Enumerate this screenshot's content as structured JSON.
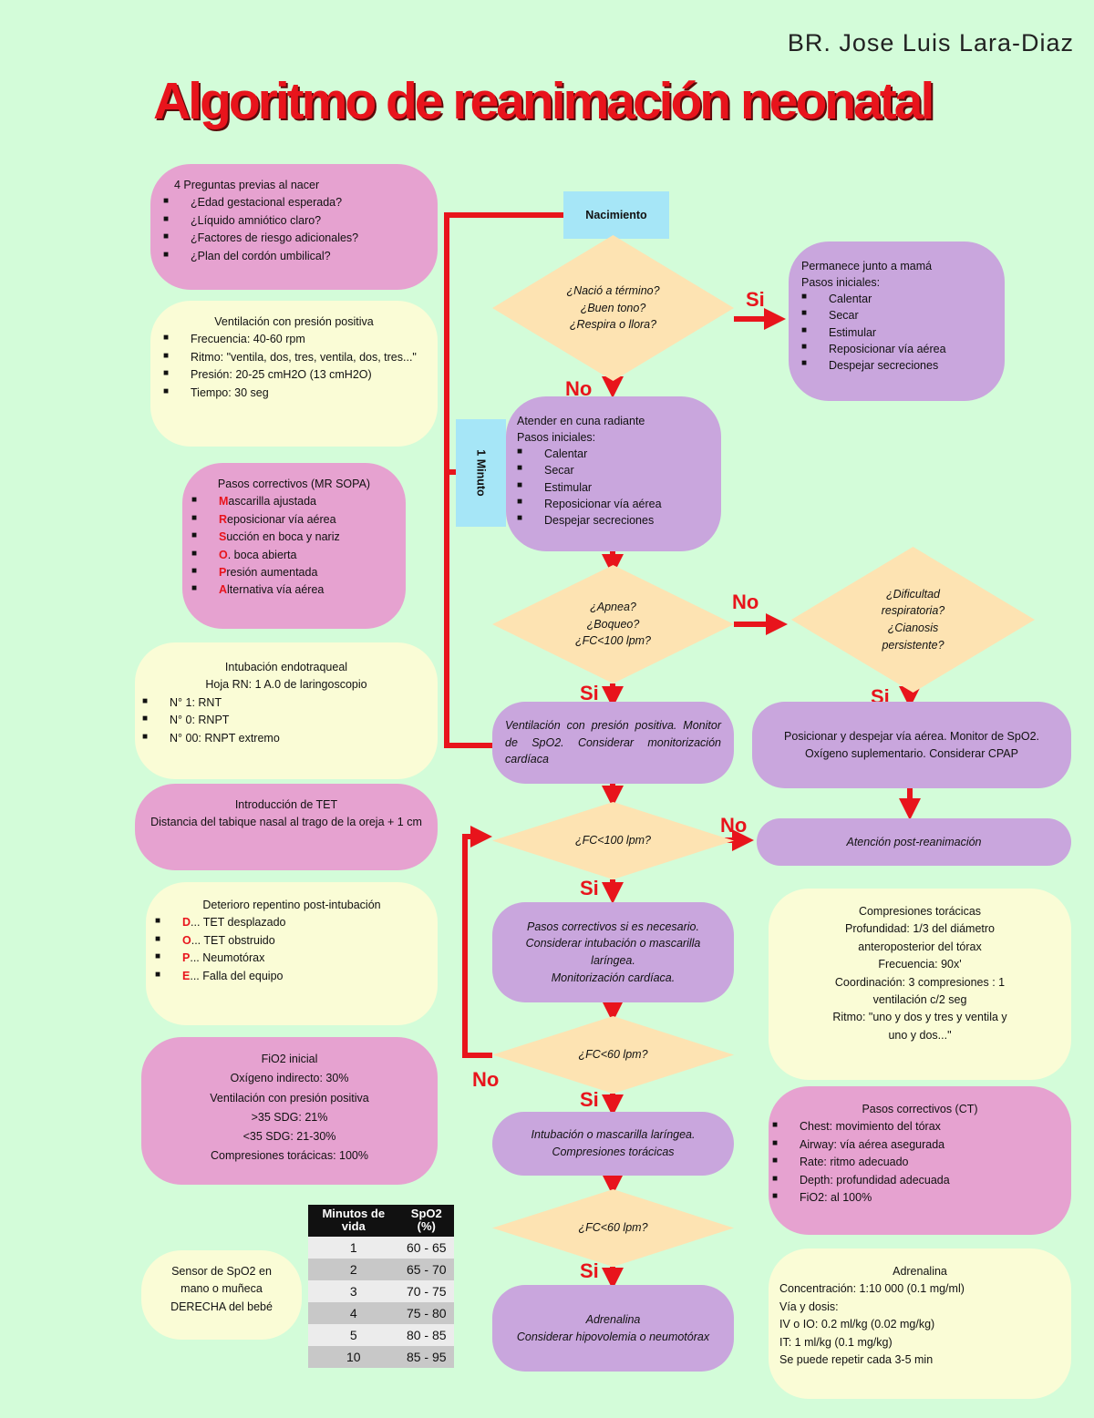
{
  "header": {
    "author": "BR. Jose Luis Lara-Diaz",
    "title": "Algoritmo de reanimación neonatal"
  },
  "colors": {
    "background": "#d3fcd9",
    "title": "#e8141c",
    "pink": "#e6a2d0",
    "yellow": "#fafcd6",
    "purple": "#c9a6dd",
    "decision": "#fde3b2",
    "time_label": "#a6e6f7",
    "arrow": "#e8141c"
  },
  "left": {
    "questions": {
      "title": "4 Preguntas previas al nacer",
      "items": [
        "¿Edad gestacional esperada?",
        "¿Líquido amniótico claro?",
        "¿Factores de riesgo adicionales?",
        "¿Plan del cordón umbilical?"
      ]
    },
    "vpp": {
      "title": "Ventilación con presión positiva",
      "items": [
        "Frecuencia: 40-60 rpm",
        "Ritmo: \"ventila, dos, tres, ventila, dos, tres...\"",
        "Presión: 20-25 cmH2O (13 cmH2O)",
        "Tiempo: 30 seg"
      ]
    },
    "mrsopa": {
      "title": "Pasos correctivos (MR SOPA)",
      "items": [
        {
          "letter": "M",
          "text": "ascarilla ajustada"
        },
        {
          "letter": "R",
          "text": "eposicionar vía aérea"
        },
        {
          "letter": "S",
          "text": "ucción en boca y nariz"
        },
        {
          "letter": "O",
          "text": ". boca abierta"
        },
        {
          "letter": "P",
          "text": "resión aumentada"
        },
        {
          "letter": "A",
          "text": "lternativa vía aérea"
        }
      ]
    },
    "intubation": {
      "title": "Intubación endotraqueal",
      "subtitle": "Hoja RN: 1 A.0 de laringoscopio",
      "items": [
        "N° 1: RNT",
        "N° 0: RNPT",
        "N° 00: RNPT extremo"
      ]
    },
    "tet": {
      "title": "Introducción de TET",
      "text": "Distancia del tabique nasal al trago de la oreja + 1 cm"
    },
    "dope": {
      "title": "Deterioro repentino post-intubación",
      "items": [
        {
          "letter": "D",
          "text": "... TET desplazado"
        },
        {
          "letter": "O",
          "text": "... TET obstruido"
        },
        {
          "letter": "P",
          "text": "... Neumotórax"
        },
        {
          "letter": "E",
          "text": "... Falla del equipo"
        }
      ]
    },
    "fio2": {
      "title": "FiO2 inicial",
      "lines": [
        "Oxígeno indirecto: 30%",
        "Ventilación con presión positiva",
        ">35 SDG: 21%",
        "<35 SDG: 21-30%",
        "Compresiones torácicas: 100%"
      ]
    },
    "sensor": {
      "lines": [
        "Sensor de SpO2 en",
        "mano o muñeca",
        "DERECHA del bebé"
      ]
    },
    "spo2_table": {
      "headers": [
        "Minutos de vida",
        "SpO2 (%)"
      ],
      "rows": [
        [
          "1",
          "60 - 65"
        ],
        [
          "2",
          "65 - 70"
        ],
        [
          "3",
          "70 - 75"
        ],
        [
          "4",
          "75 - 80"
        ],
        [
          "5",
          "80 - 85"
        ],
        [
          "10",
          "85 - 95"
        ]
      ]
    }
  },
  "flow": {
    "birth": "Nacimiento",
    "minute": "1 Minuto",
    "q1": [
      "¿Nació a término?",
      "¿Buen tono?",
      "¿Respira o llora?"
    ],
    "stay_with_mother": {
      "title": "Permanece junto a mamá",
      "subtitle": "Pasos iniciales:",
      "items": [
        "Calentar",
        "Secar",
        "Estimular",
        "Reposicionar vía aérea",
        "Despejar secreciones"
      ]
    },
    "radiant_warmer": {
      "title": "Atender en cuna radiante",
      "subtitle": "Pasos iniciales:",
      "items": [
        "Calentar",
        "Secar",
        "Estimular",
        "Reposicionar vía aérea",
        "Despejar secreciones"
      ]
    },
    "q2": [
      "¿Apnea?",
      "¿Boqueo?",
      "¿FC<100 lpm?"
    ],
    "q3": [
      "¿Dificultad",
      "respiratoria?",
      "¿Cianosis",
      "persistente?"
    ],
    "ppv": "Ventilación con presión positiva. Monitor de SpO2. Considerar monitorización cardíaca",
    "airway": "Posicionar y despejar vía aérea. Monitor de SpO2. Oxígeno suplementario. Considerar CPAP",
    "q4": "¿FC<100 lpm?",
    "post": "Atención post-reanimación",
    "corrective": [
      "Pasos correctivos si es necesario.",
      "Considerar intubación o mascarilla laríngea.",
      "Monitorización cardíaca."
    ],
    "q5": "¿FC<60 lpm?",
    "compressions": [
      "Intubación o mascarilla laríngea.",
      "Compresiones torácicas"
    ],
    "q6": "¿FC<60 lpm?",
    "adrenaline": [
      "Adrenalina",
      "Considerar hipovolemia o neumotórax"
    ],
    "labels": {
      "yes": "Si",
      "no": "No"
    }
  },
  "right": {
    "cpr": {
      "lines": [
        "Compresiones torácicas",
        "Profundidad: 1/3 del diámetro",
        "anteroposterior del tórax",
        "Frecuencia: 90x'",
        "Coordinación: 3 compresiones : 1",
        "ventilación c/2 seg",
        "Ritmo: \"uno y dos y tres y ventila y",
        "uno y dos...\""
      ]
    },
    "ct": {
      "title": "Pasos correctivos (CT)",
      "items": [
        "Chest: movimiento del tórax",
        "Airway: vía aérea asegurada",
        "Rate: ritmo adecuado",
        "Depth: profundidad adecuada",
        "FiO2: al 100%"
      ]
    },
    "adrenaline": {
      "title": "Adrenalina",
      "lines": [
        "Concentración: 1:10 000 (0.1 mg/ml)",
        "Vía y dosis:",
        "IV o IO: 0.2 ml/kg (0.02 mg/kg)",
        "IT: 1 ml/kg (0.1 mg/kg)",
        "Se puede repetir cada 3-5 min"
      ]
    }
  }
}
